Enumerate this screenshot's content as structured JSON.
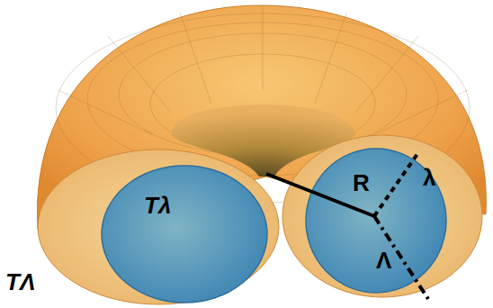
{
  "diagram": {
    "labels": [
      "TΛ",
      "Tλ",
      "R",
      "λ",
      "Λ"
    ]
  }
}
